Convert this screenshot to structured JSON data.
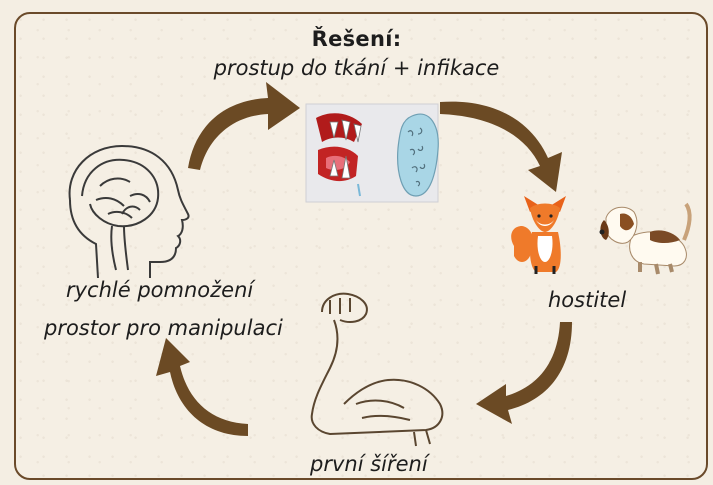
{
  "title": "Řešení:",
  "subtitle": "prostup do tkání + infikace",
  "labels": {
    "rychle": "rychlé pomnožení",
    "prostor": "prostor pro manipulaci",
    "hostitel": "hostitel",
    "prvni": "první šíření"
  },
  "colors": {
    "arrow": "#6b4a24",
    "frame": "#6a4a2a",
    "background": "#f4eee3",
    "text": "#1d1d1d"
  },
  "icons": [
    "brain-head-icon",
    "bite-teeth-icon",
    "bacteria-cell-icon",
    "fox-icon",
    "dog-icon",
    "flexed-arm-icon"
  ]
}
